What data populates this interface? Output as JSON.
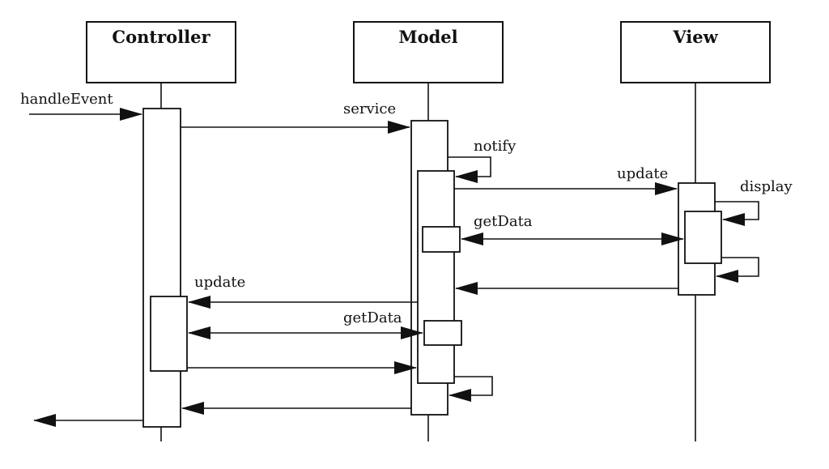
{
  "lifelines": {
    "controller": "Controller",
    "model": "Model",
    "view": "View"
  },
  "messages": {
    "handle_event": "handleEvent",
    "service": "service",
    "notify": "notify",
    "update_view": "update",
    "display": "display",
    "get_data_view": "getData",
    "update_controller": "update",
    "get_data_controller": "getData"
  }
}
